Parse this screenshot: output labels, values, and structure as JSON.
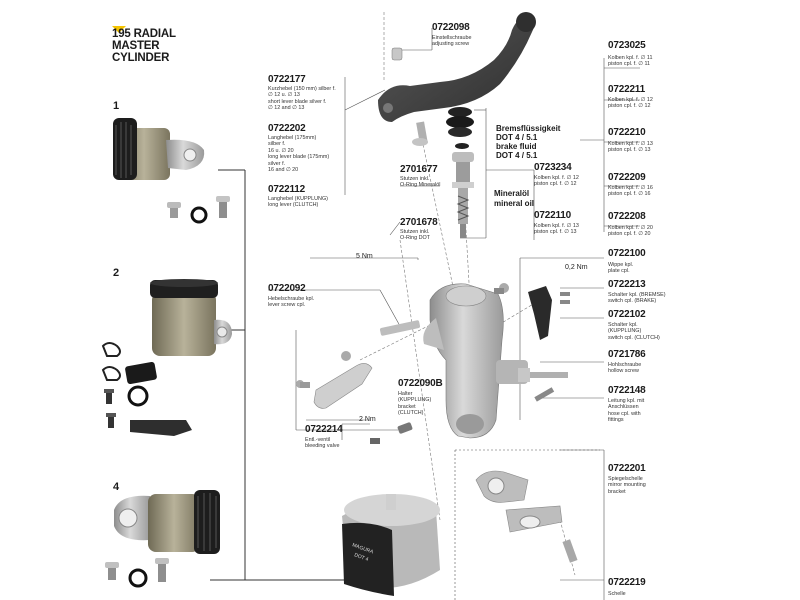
{
  "title": {
    "line1": "195 RADIAL",
    "line2": "MASTER",
    "line3": "CYLINDER"
  },
  "variants": [
    {
      "number": "1"
    },
    {
      "number": "2"
    },
    {
      "number": "4"
    }
  ],
  "parts": {
    "p0722098": {
      "number": "0722098",
      "desc": "Einstellschraube\nadjusting screw"
    },
    "p0722177": {
      "number": "0722177",
      "desc": "Kurzhebel (150 mm) silber f.\n∅ 12 u. ∅ 13\nshort lever blade silver f.\n∅ 12 and ∅ 13"
    },
    "p0722202": {
      "number": "0722202",
      "desc": "Langhebel (175mm)\nsilber f.\n16 u. ∅ 20\nlong lever blade (175mm)\nsilver f.\n16 and ∅ 20"
    },
    "p0722112": {
      "number": "0722112",
      "desc": "Langhebel (KUPPLUNG)\nlong lever (CLUTCH)"
    },
    "p2701677": {
      "number": "2701677",
      "desc": "Stutzen inkl.\nO-Ring Mineralöl"
    },
    "p2701678": {
      "number": "2701678",
      "desc": "Stutzen inkl.\nO-Ring DOT"
    },
    "p0722092": {
      "number": "0722092",
      "desc": "Hebelschraube kpl.\nlever screw cpl."
    },
    "p0722090B": {
      "number": "0722090B",
      "desc": "Halter\n(KUPPLUNG)\nbracket\n(CLUTCH)"
    },
    "p0722214": {
      "number": "0722214",
      "desc": "Entl.-ventil\nbleeding valve"
    },
    "p0723025": {
      "number": "0723025",
      "desc": "Kolben kpl. f. ∅ 11\npiston cpl. f. ∅ 11"
    },
    "p0722211": {
      "number": "0722211",
      "desc": "Kolben kpl. f. ∅ 12\npiston cpl. f. ∅ 12"
    },
    "p0722210": {
      "number": "0722210",
      "desc": "Kolben kpl. f. ∅ 13\npiston cpl. f. ∅ 13"
    },
    "p0722209": {
      "number": "0722209",
      "desc": "Kolben kpl. f. ∅ 16\npiston cpl. f. ∅ 16"
    },
    "p0722208": {
      "number": "0722208",
      "desc": "Kolben kpl. f. ∅ 20\npiston cpl. f. ∅ 20"
    },
    "p0723234": {
      "number": "0723234",
      "desc": "Kolben kpl. f. ∅ 12\npiston cpl. f. ∅ 12"
    },
    "p0722110": {
      "number": "0722110",
      "desc": "Kolben kpl. f. ∅ 13\npiston cpl. f. ∅ 13"
    },
    "p0722100": {
      "number": "0722100",
      "desc": "Wippe kpl.\nplate cpl."
    },
    "p0722213": {
      "number": "0722213",
      "desc": "Schalter kpl. (BREMSE)\nswitch cpl. (BRAKE)"
    },
    "p0722102": {
      "number": "0722102",
      "desc": "Schalter kpl.\n(KUPPLUNG)\nswitch cpl. (CLUTCH)"
    },
    "p0721786": {
      "number": "0721786",
      "desc": "Hohlschraube\nhollow screw"
    },
    "p0722148": {
      "number": "0722148",
      "desc": "Leitung kpl. mit\nAnschlüssen\nhose cpl. with\nfittings"
    },
    "p0722201": {
      "number": "0722201",
      "desc": "Spiegelschelle\nmirror mounting\nbracket"
    },
    "p0722219": {
      "number": "0722219",
      "desc": "Schelle"
    }
  },
  "fluids": {
    "brake_de": "Bremsflüssigkeit\nDOT 4 / 5.1",
    "brake_en": "brake fluid\nDOT 4 / 5.1",
    "mineral_de": "Mineralöl",
    "mineral_en": "mineral oil"
  },
  "torques": {
    "t1": "5 Nm",
    "t2": "0,2 Nm",
    "t3": "2 Nm"
  },
  "colors": {
    "accent": "#f5c400",
    "line": "#444444",
    "metal": "#a9a9a9",
    "dark": "#3a3a3a"
  }
}
